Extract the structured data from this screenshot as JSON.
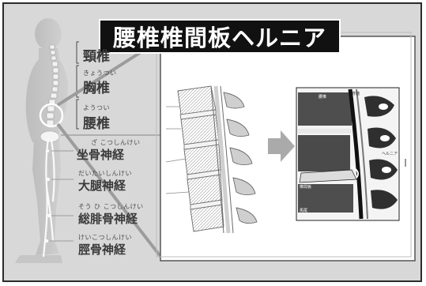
{
  "title": "腰椎椎間板ヘルニア",
  "spine_labels": [
    {
      "ruby": "",
      "text": "頸椎"
    },
    {
      "ruby": "きょうつい",
      "text": "胸椎"
    },
    {
      "ruby": "ようつい",
      "text": "腰椎"
    }
  ],
  "nerve_labels": [
    {
      "ruby": "ざ こつしんけい",
      "text": "坐骨神経"
    },
    {
      "ruby": "だいたいしんけい",
      "text": "大腿神経"
    },
    {
      "ruby": "そう ひ こつしんけい",
      "text": "総腓骨神経"
    },
    {
      "ruby": "けいこつしんけい",
      "text": "脛骨神経"
    }
  ],
  "micrograph_labels": [
    "腰椎",
    "脊髄",
    "椎間板",
    "ヘルニア",
    "馬尾"
  ]
}
